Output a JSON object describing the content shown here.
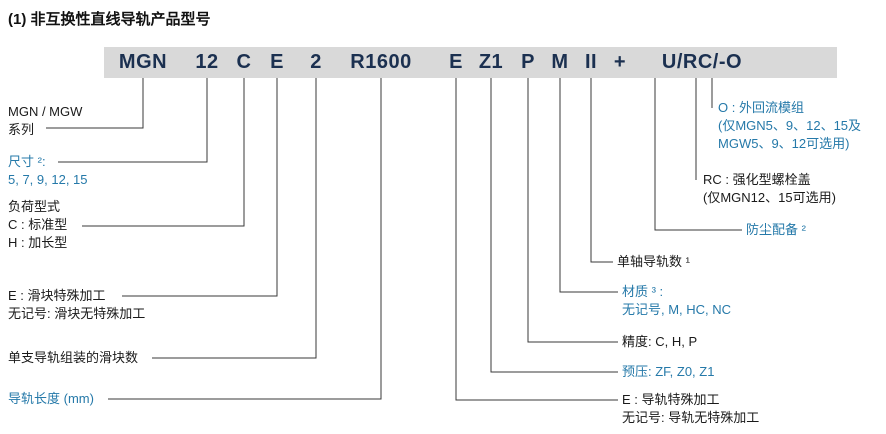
{
  "title": "(1) 非互换性直线导轨产品型号",
  "model_code": {
    "segments": [
      {
        "text": "MGN"
      },
      {
        "text": "12"
      },
      {
        "text": "C"
      },
      {
        "text": "E"
      },
      {
        "text": "2"
      },
      {
        "text": "R1600"
      },
      {
        "text": "E"
      },
      {
        "text": "Z1"
      },
      {
        "text": "P"
      },
      {
        "text": "M"
      },
      {
        "text": "II"
      },
      {
        "text": "+"
      },
      {
        "text": "U/RC/-O"
      }
    ]
  },
  "labels": {
    "series": {
      "line1": "MGN / MGW",
      "line2": "系列"
    },
    "size": {
      "line1": "尺寸 ²:",
      "line2": "5, 7, 9, 12, 15"
    },
    "load_type": {
      "line1": "负荷型式",
      "line2": "C : 标准型",
      "line3": "H : 加长型"
    },
    "block_machining": {
      "line1": "E : 滑块特殊加工",
      "line2": "无记号: 滑块无特殊加工"
    },
    "block_count": {
      "line1": "单支导轨组装的滑块数"
    },
    "rail_length": {
      "line1": "导轨长度 (mm)"
    },
    "o_module": {
      "line1": "O : 外回流模组",
      "line2": "(仅MGN5、9、12、15及",
      "line3": "MGW5、9、12可选用)"
    },
    "rc_cap": {
      "line1": "RC : 强化型螺栓盖",
      "line2": "(仅MGN12、15可选用)"
    },
    "dust_protection": {
      "line1": "防尘配备 ²"
    },
    "rail_count": {
      "line1": "单轴导轨数 ¹"
    },
    "material": {
      "line1": "材质 ³ :",
      "line2": "无记号, M, HC, NC"
    },
    "precision": {
      "line1": "精度: C, H, P"
    },
    "preload": {
      "line1": "预压: ZF, Z0, Z1"
    },
    "rail_machining": {
      "line1": "E : 导轨特殊加工",
      "line2": "无记号: 导轨无特殊加工"
    }
  },
  "colors": {
    "accent_blue": "#2579a9",
    "text_dark": "#1a1a1a",
    "code_bar_bg": "#d9d9d9",
    "code_text": "#1b3050",
    "connector": "#3a3a3a"
  }
}
